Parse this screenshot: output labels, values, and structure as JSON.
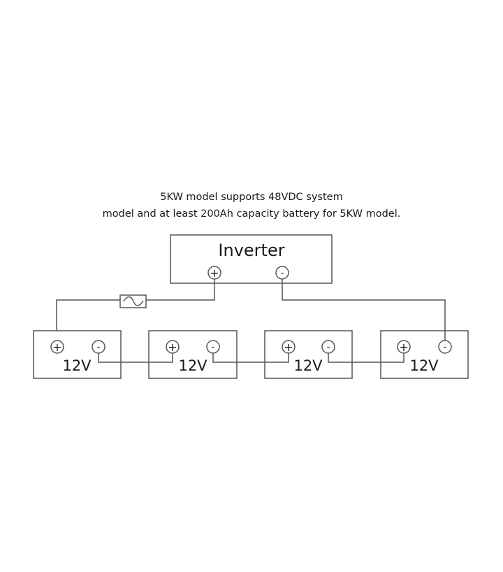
{
  "caption": {
    "line1": "5KW model supports 48VDC system",
    "line2": "model and at least 200Ah capacity battery for 5KW model."
  },
  "inverter": {
    "label": "Inverter",
    "positive": "+",
    "negative": "-"
  },
  "fuse": {
    "symbol": "~"
  },
  "batteries": [
    {
      "label": "12V",
      "positive": "+",
      "negative": "-"
    },
    {
      "label": "12V",
      "positive": "+",
      "negative": "-"
    },
    {
      "label": "12V",
      "positive": "+",
      "negative": "-"
    },
    {
      "label": "12V",
      "positive": "+",
      "negative": "-"
    }
  ]
}
